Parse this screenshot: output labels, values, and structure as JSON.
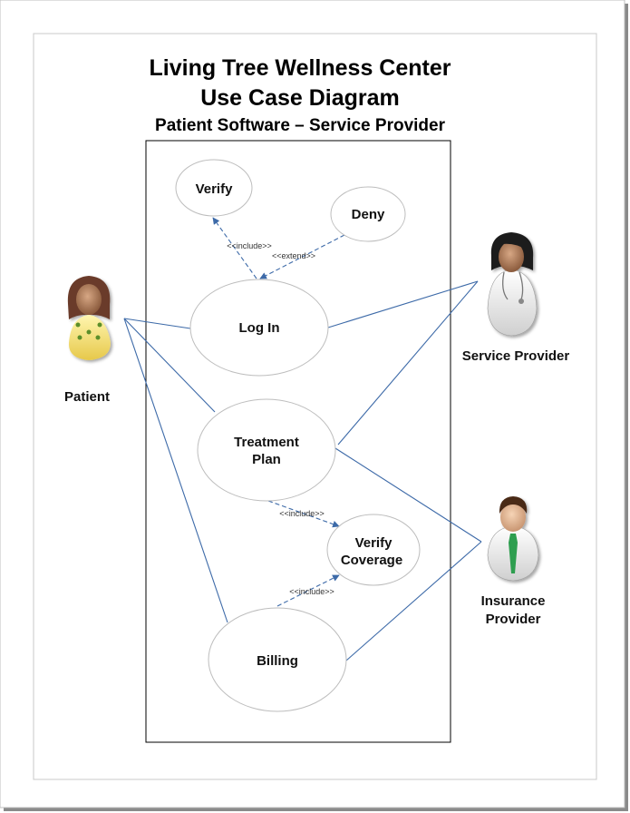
{
  "title": {
    "line1": "Living Tree Wellness Center",
    "line2": "Use Case Diagram",
    "subtitle": "Patient Software – Service Provider"
  },
  "actors": {
    "patient": "Patient",
    "service_provider": "Service Provider",
    "insurance_provider_line1": "Insurance",
    "insurance_provider_line2": "Provider"
  },
  "use_cases": {
    "verify": "Verify",
    "deny": "Deny",
    "login": "Log In",
    "treatment_line1": "Treatment",
    "treatment_line2": "Plan",
    "verify_coverage_line1": "Verify",
    "verify_coverage_line2": "Coverage",
    "billing": "Billing"
  },
  "relations": {
    "login_include": "<<include>>",
    "login_extend": "<<extend>>",
    "treatment_include": "<<include>>",
    "billing_include": "<<include>>"
  },
  "colors": {
    "association_line": "#3d6aa8",
    "ellipse_stroke": "#bdbdbd",
    "system_border": "#000000",
    "page_border": "#c8c8c8"
  }
}
